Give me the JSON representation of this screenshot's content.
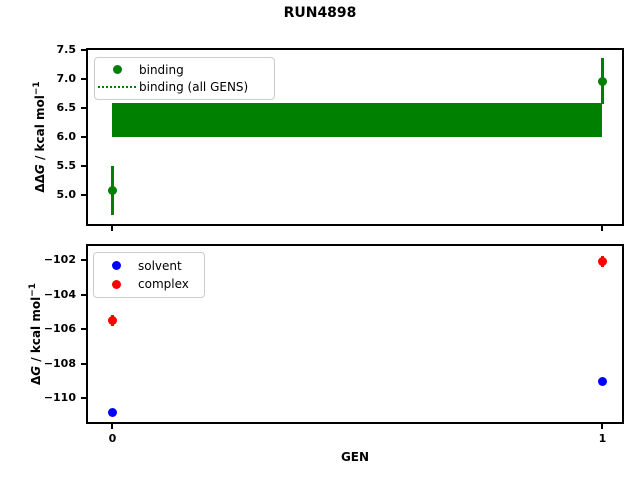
{
  "figure": {
    "title": "RUN4898"
  },
  "colors": {
    "binding": "#008000",
    "solvent": "#0000ff",
    "complex": "#ff0000",
    "axes": "#000000",
    "legend_border": "#cccccc",
    "background": "#ffffff"
  },
  "labels": {
    "top_ylabel": {
      "prefix": "ΔΔ",
      "italic": "G",
      "unit": " / kcal mol",
      "sup": "−1"
    },
    "bottom_ylabel": {
      "prefix": "Δ",
      "italic": "G",
      "unit": " / kcal mol",
      "sup": "−1"
    }
  },
  "legends": {
    "top": {
      "position": "upper left",
      "entries": [
        {
          "label": "binding",
          "marker": "dot",
          "color": "binding"
        },
        {
          "label": "binding (all GENS)",
          "marker": "dotted-line",
          "color": "binding"
        }
      ]
    },
    "bottom": {
      "position": "upper left",
      "entries": [
        {
          "label": "solvent",
          "marker": "dot",
          "color": "solvent"
        },
        {
          "label": "complex",
          "marker": "dot",
          "color": "complex"
        }
      ]
    }
  },
  "chart_data": [
    {
      "type": "scatter",
      "subplot": "top",
      "title": "RUN4898",
      "ylabel": "ΔΔG / kcal mol−1",
      "xlabel": "",
      "ylim": [
        4.49,
        7.5
      ],
      "xlim": [
        -0.05,
        1.04
      ],
      "yticks": [
        5.0,
        5.5,
        6.0,
        6.5,
        7.0,
        7.5
      ],
      "ytick_labels": [
        "5.0",
        "5.5",
        "6.0",
        "6.5",
        "7.0",
        "7.5"
      ],
      "xticks": [
        0,
        1
      ],
      "xtick_labels": [],
      "grid": false,
      "legend_position": "upper left",
      "series": [
        {
          "name": "binding",
          "plot_style": "errorbar",
          "color": "#008000",
          "x": [
            0,
            1
          ],
          "y": [
            5.07,
            6.96
          ],
          "yerr": [
            0.43,
            0.4
          ]
        },
        {
          "name": "binding (all GENS)",
          "plot_style": "band",
          "color": "#008000",
          "linestyle": "dotted",
          "center": 6.28,
          "low": 5.99,
          "high": 6.58,
          "x_span": [
            0,
            1
          ]
        }
      ]
    },
    {
      "type": "scatter",
      "subplot": "bottom",
      "title": "",
      "ylabel": "ΔG / kcal mol−1",
      "xlabel": "GEN",
      "ylim": [
        -111.36,
        -101.2
      ],
      "xlim": [
        -0.05,
        1.04
      ],
      "yticks": [
        -110,
        -108,
        -106,
        -104,
        -102
      ],
      "ytick_labels": [
        "−110",
        "−108",
        "−106",
        "−104",
        "−102"
      ],
      "xticks": [
        0,
        1
      ],
      "xtick_labels": [
        "0",
        "1"
      ],
      "grid": false,
      "legend_position": "upper left",
      "series": [
        {
          "name": "solvent",
          "plot_style": "errorbar",
          "color": "#0000ff",
          "x": [
            0,
            1
          ],
          "y": [
            -110.8,
            -109.05
          ],
          "yerr": [
            0.1,
            0.1
          ]
        },
        {
          "name": "complex",
          "plot_style": "errorbar",
          "color": "#ff0000",
          "x": [
            0,
            1
          ],
          "y": [
            -105.5,
            -102.1
          ],
          "yerr": [
            0.3,
            0.3
          ]
        }
      ]
    }
  ]
}
